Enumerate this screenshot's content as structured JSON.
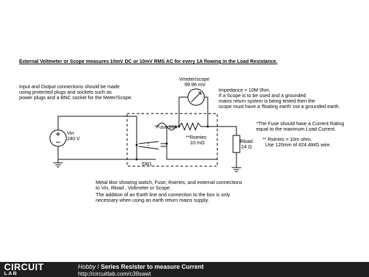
{
  "diagram": {
    "title": "External Voltmeter or Scope measures 10mV DC or 10mV RMS AC for every 1A flowing in the Load Resistance.",
    "note_connections": [
      "Input and Output connections should be made",
      "using protected plugs and sockets such as",
      "power plugs and a BNC socket for the Meter/Scope."
    ],
    "meter_label": [
      "Vmeter/scope",
      "99.96 mV"
    ],
    "note_impedance": [
      "Impedance = 10M 0hm.",
      "If a Scope is to be used and a grounded",
      "mains return system is being tested then the",
      "scope must have a 'floating earth' not a grounded earth."
    ],
    "fuse_label": "*Fuse 10A",
    "rseries_label": [
      "**Rseries",
      "10 mΩ"
    ],
    "vin_label": [
      "Vin",
      "240 V"
    ],
    "rload_label": [
      "Rload",
      "24 Ω"
    ],
    "sw_label": "SW1",
    "note_fuse": [
      "*The Fuse should have a Current Rating",
      "equal to the maximum Load Current."
    ],
    "note_rseries": [
      "** Rseries = 10m ohm.",
      "Use 120mm of #24 AWG wire."
    ],
    "note_box": [
      "Metal Box showing switch, Fuse, Rseries, and external connections",
      "to Vin, Rload , Voltmeter or Scope.",
      "The addition of an Earth line and connection to the box is only",
      "necessary when using an earth return mains supply."
    ]
  },
  "footer": {
    "logo_top": "CIRCUIT",
    "logo_bottom": "LAB",
    "category": "Hobby",
    "separator": " / ",
    "circuit_name": "Series Resister to measure Current",
    "url": "http://circuitlab.com/c39sawt"
  },
  "colors": {
    "wire": "#000000",
    "box_dash": "#000000",
    "footer_bg": "#1f1f1f",
    "footer_text": "#ffffff"
  }
}
